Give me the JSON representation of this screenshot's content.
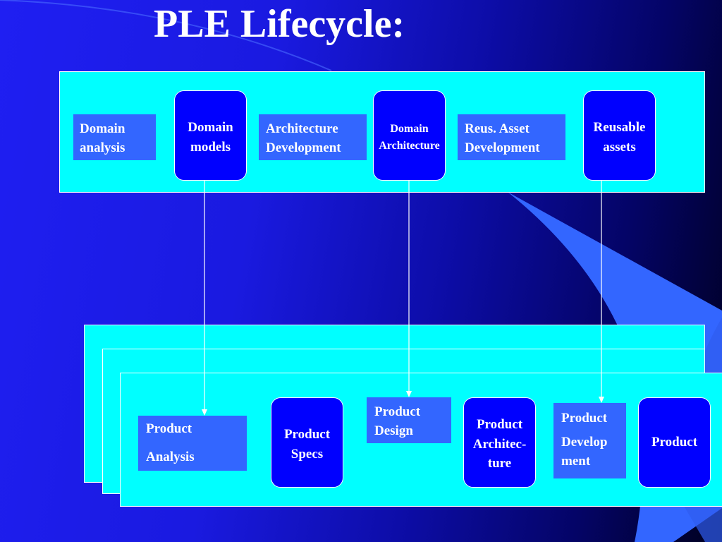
{
  "slide": {
    "title": "PLE Lifecycle:"
  },
  "domain_row": {
    "domain_analysis": [
      "Domain",
      "analysis"
    ],
    "domain_models": [
      "Domain",
      "models"
    ],
    "architecture_development": [
      "Architecture",
      "Development"
    ],
    "domain_architecture": [
      "Domain",
      "Architecture"
    ],
    "reus_asset_development": [
      "Reus. Asset",
      "Development"
    ],
    "reusable_assets": [
      "Reusable",
      "assets"
    ]
  },
  "product_row": {
    "product_analysis": [
      "Product",
      "Analysis"
    ],
    "product_specs": [
      "Product",
      "Specs"
    ],
    "product_design": [
      "Product",
      "Design"
    ],
    "product_architecture": [
      "Product",
      "Architec-",
      "ture"
    ],
    "product_development": [
      "Product",
      "Develop",
      "ment"
    ],
    "product": [
      "Product"
    ]
  },
  "colors": {
    "background_blue": "#1f1ff2",
    "panel_cyan": "#00ffff",
    "process_box": "#3366ff",
    "artifact_box": "#0000ff",
    "text": "#ffffff"
  }
}
